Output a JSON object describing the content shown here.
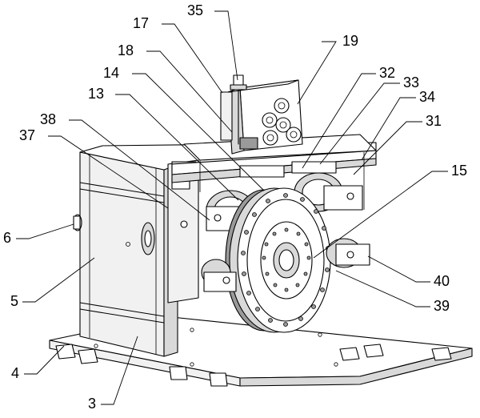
{
  "labels": [
    {
      "id": "35",
      "text": "35"
    },
    {
      "id": "17",
      "text": "17"
    },
    {
      "id": "19",
      "text": "19"
    },
    {
      "id": "18",
      "text": "18"
    },
    {
      "id": "14",
      "text": "14"
    },
    {
      "id": "32",
      "text": "32"
    },
    {
      "id": "33",
      "text": "33"
    },
    {
      "id": "13",
      "text": "13"
    },
    {
      "id": "34",
      "text": "34"
    },
    {
      "id": "38",
      "text": "38"
    },
    {
      "id": "31",
      "text": "31"
    },
    {
      "id": "37",
      "text": "37"
    },
    {
      "id": "15",
      "text": "15"
    },
    {
      "id": "6",
      "text": "6"
    },
    {
      "id": "5",
      "text": "5"
    },
    {
      "id": "40",
      "text": "40"
    },
    {
      "id": "39",
      "text": "39"
    },
    {
      "id": "4",
      "text": "4"
    },
    {
      "id": "3",
      "text": "3"
    }
  ],
  "colors": {
    "line": "#000000",
    "face_light": "#f1f1f1",
    "face_mid": "#d9d9d9",
    "face_dark": "#9a9a9a",
    "background": "#ffffff"
  }
}
